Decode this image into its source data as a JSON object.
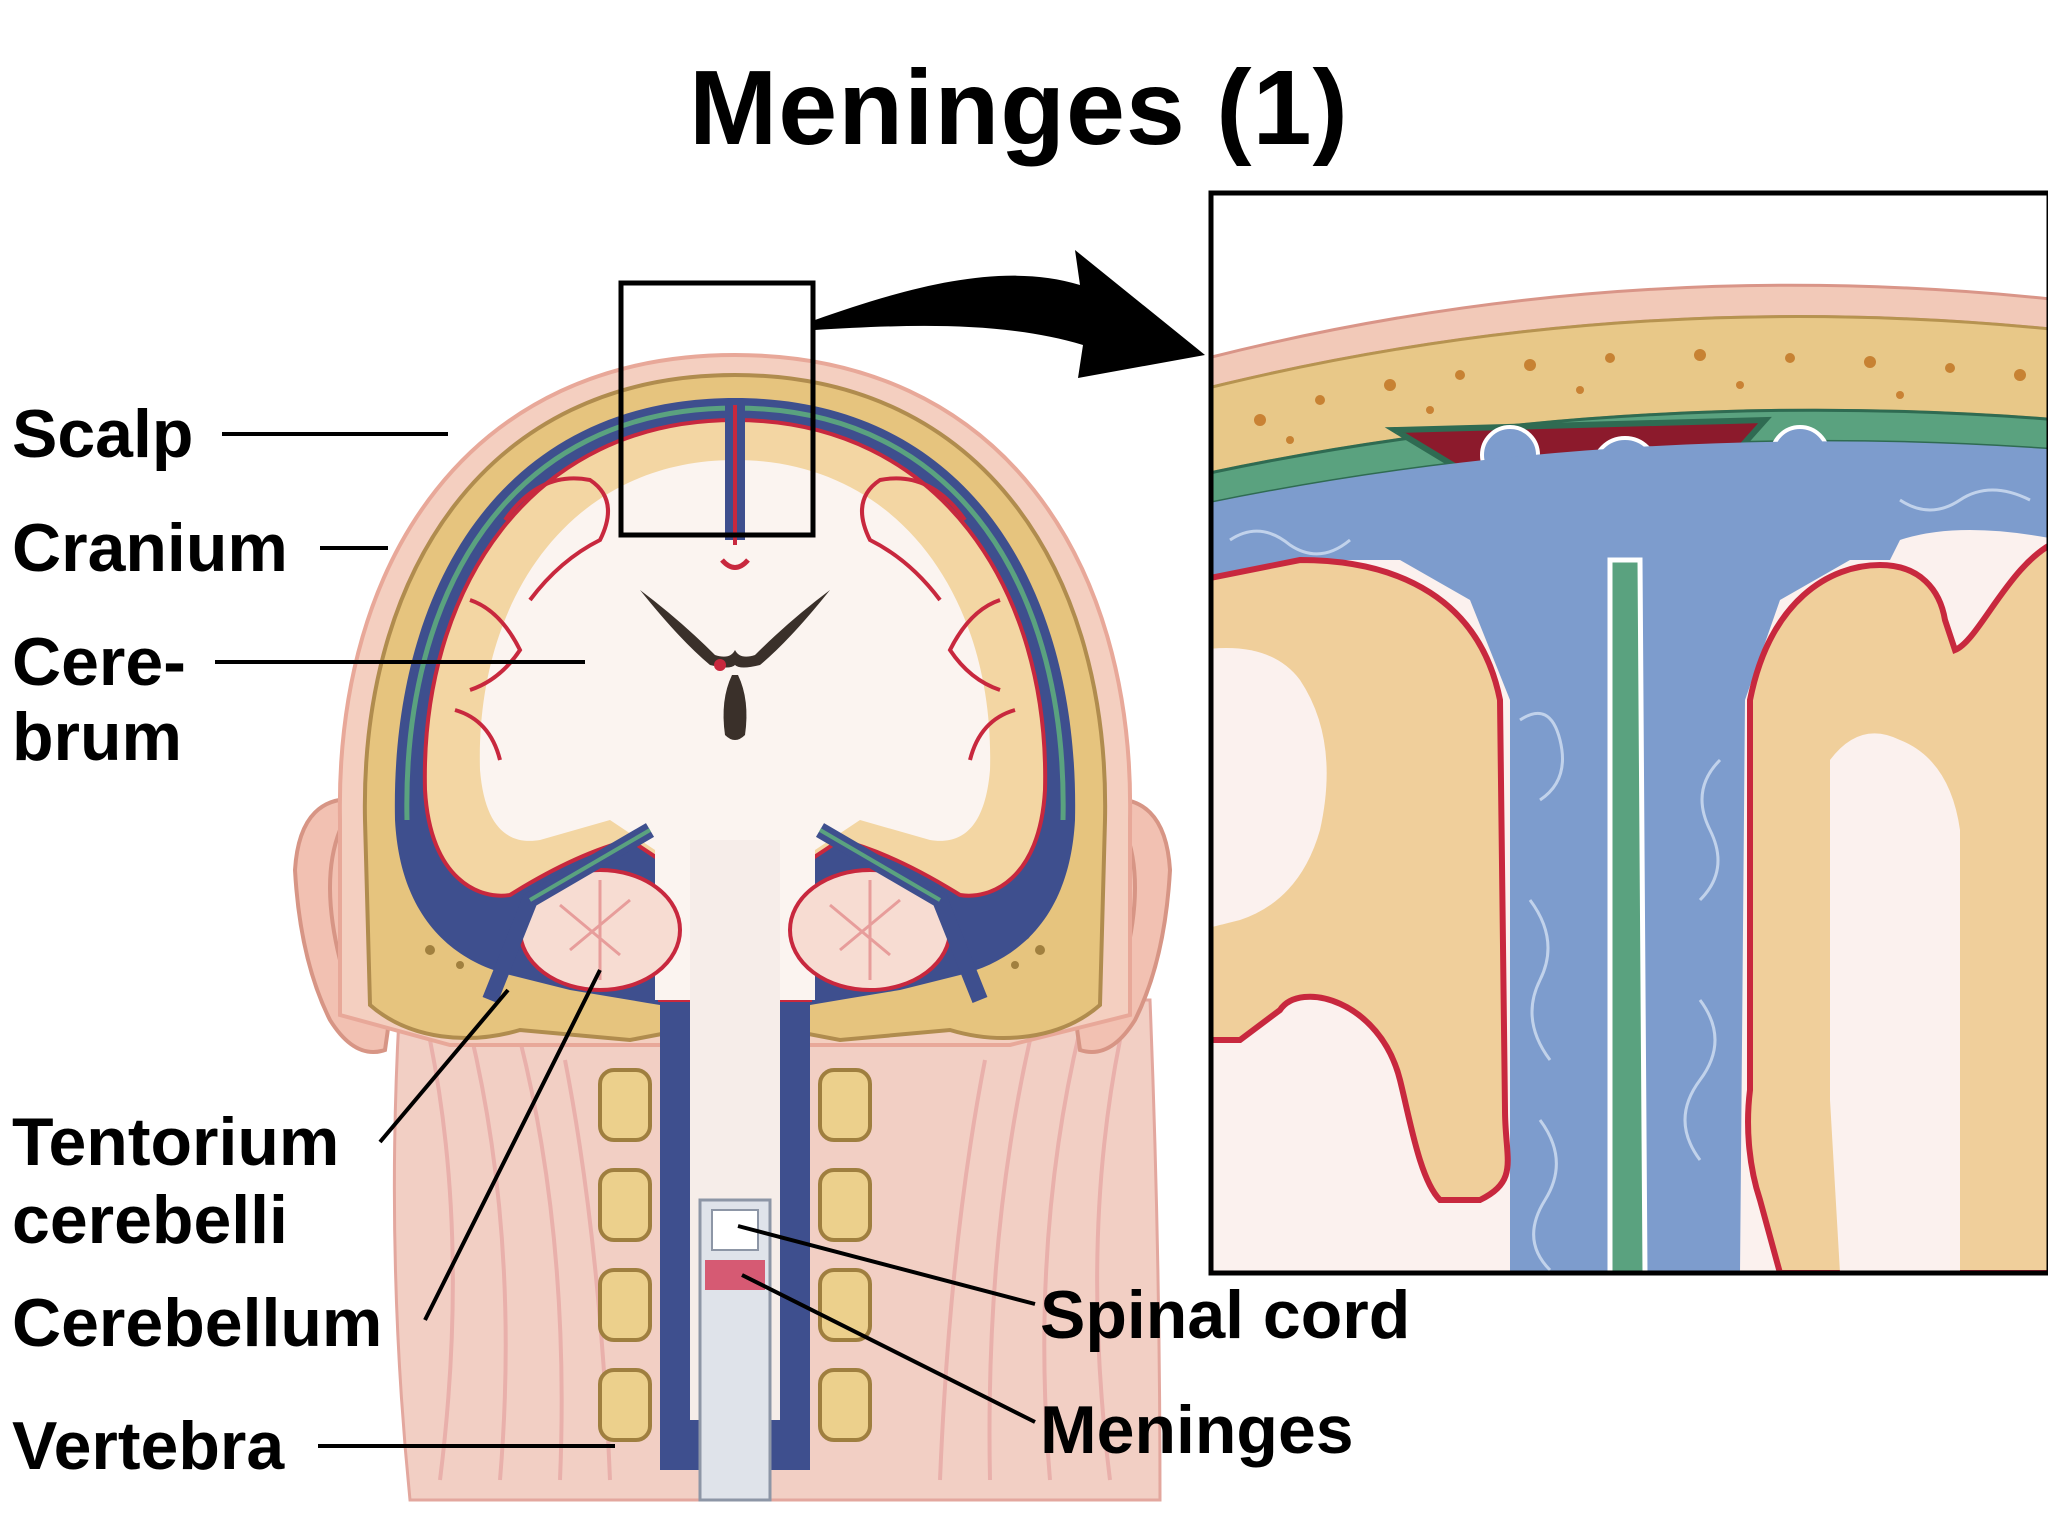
{
  "title": "Meninges (1)",
  "labels": {
    "scalp": "Scalp",
    "cranium": "Cranium",
    "cerebrum_1": "Cere-",
    "cerebrum_2": "brum",
    "tentorium_1": "Tentorium",
    "tentorium_2": "cerebelli",
    "cerebellum": "Cerebellum",
    "vertebra": "Vertebra",
    "spinal_cord": "Spinal cord",
    "meninges": "Meninges"
  },
  "colors": {
    "skin": "#f1c9b8",
    "bone": "#e6c37d",
    "dura_blue": "#3d4e8e",
    "arachnoid_blue": "#7d9ccd",
    "pia_red": "#c9283e",
    "sinus_red": "#8c1a2c",
    "brain_cortex": "#f3d7a4",
    "white_matter": "#fbf3ef",
    "muscle": "#eeb9b4",
    "meninges_green": "#4c9b78"
  }
}
